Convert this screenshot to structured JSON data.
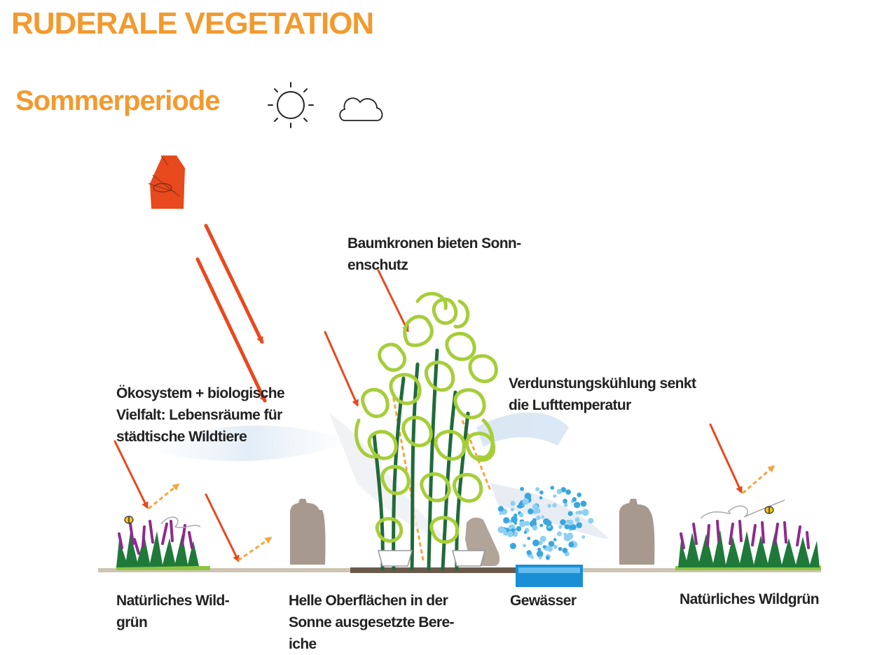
{
  "title": "RUDERALE VEGETATION",
  "subtitle": "Sommerperiode",
  "colors": {
    "accent": "#f29a2e",
    "arrow": "#e8491d",
    "reflect": "#f4a63a",
    "grass": "#8dc63f",
    "foliage": "#a6ce39",
    "water": "#1b8fd6",
    "droplet": "#3aa7e0",
    "stone": "#a7998e",
    "heather": "#8e2a8c"
  },
  "icons": [
    "sun-icon",
    "cloud-icon",
    "thermometer-icon"
  ],
  "annotations": {
    "canopy": {
      "line1": "Baumkronen bieten Sonn-",
      "line2": "enschutz"
    },
    "ecosystem": {
      "line1": "Ökosystem + biologische",
      "line2": "Vielfalt: Lebensräume für",
      "line3": "städtische Wildtiere"
    },
    "evaporation": {
      "line1": "Verdunstungskühlung senkt",
      "line2": "die Lufttemperatur"
    }
  },
  "ground_labels": {
    "wild_left": {
      "line1": "Natürliches Wild-",
      "line2": "grün"
    },
    "surfaces": {
      "line1": "Helle Oberflächen in der",
      "line2": "Sonne ausgesetzte Bere-",
      "line3": "iche"
    },
    "water": {
      "line1": "Gewässer"
    },
    "wild_right": {
      "line1": "Natürliches Wildgrün"
    }
  }
}
